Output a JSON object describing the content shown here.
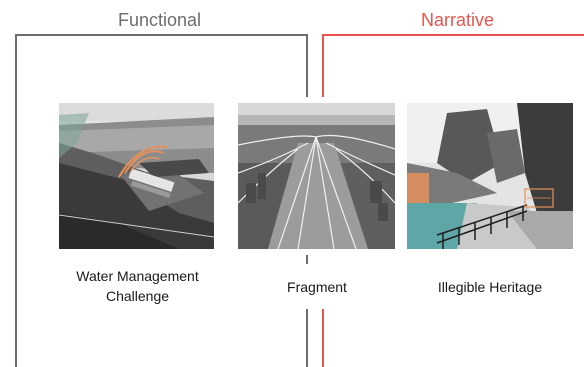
{
  "headers": {
    "functional": "Functional",
    "narrative": "Narrative"
  },
  "colors": {
    "functional": "#6d6d6d",
    "narrative": "#e8554f",
    "accent_orange": "#e6915b"
  },
  "panels": [
    {
      "id": "water",
      "image": "aerial-dam-photo",
      "caption_lines": [
        "Water Management",
        "Challenge"
      ]
    },
    {
      "id": "fragment",
      "image": "highway-interchange-photo",
      "caption_lines": [
        "Fragment"
      ]
    },
    {
      "id": "heritage",
      "image": "riverside-path-photo",
      "caption_lines": [
        "Illegible Heritage"
      ]
    }
  ]
}
